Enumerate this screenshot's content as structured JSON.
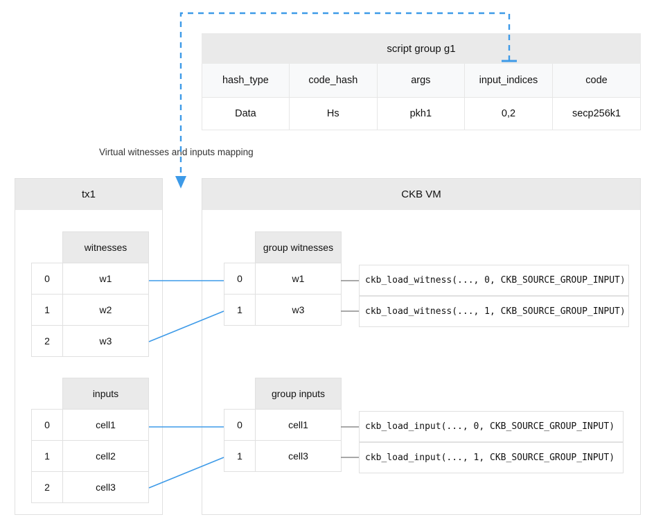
{
  "script_group": {
    "title": "script group g1",
    "columns": [
      "hash_type",
      "code_hash",
      "args",
      "input_indices",
      "code"
    ],
    "values": [
      "Data",
      "Hs",
      "pkh1",
      "0,2",
      "secp256k1"
    ]
  },
  "mapping_caption": "Virtual witnesses and inputs mapping",
  "tx_box": {
    "title": "tx1",
    "witnesses": {
      "header": "witnesses",
      "rows": [
        {
          "index": "0",
          "value": "w1"
        },
        {
          "index": "1",
          "value": "w2"
        },
        {
          "index": "2",
          "value": "w3"
        }
      ]
    },
    "inputs": {
      "header": "inputs",
      "rows": [
        {
          "index": "0",
          "value": "cell1"
        },
        {
          "index": "1",
          "value": "cell2"
        },
        {
          "index": "2",
          "value": "cell3"
        }
      ]
    }
  },
  "vm_box": {
    "title": "CKB VM",
    "group_witnesses": {
      "header": "group witnesses",
      "rows": [
        {
          "index": "0",
          "value": "w1"
        },
        {
          "index": "1",
          "value": "w3"
        }
      ]
    },
    "group_inputs": {
      "header": "group inputs",
      "rows": [
        {
          "index": "0",
          "value": "cell1"
        },
        {
          "index": "1",
          "value": "cell3"
        }
      ]
    },
    "calls": {
      "witness_0": "ckb_load_witness(..., 0, CKB_SOURCE_GROUP_INPUT)",
      "witness_1": "ckb_load_witness(..., 1, CKB_SOURCE_GROUP_INPUT)",
      "input_0": "ckb_load_input(..., 0, CKB_SOURCE_GROUP_INPUT)",
      "input_1": "ckb_load_input(..., 1, CKB_SOURCE_GROUP_INPUT)"
    }
  },
  "colors": {
    "accent_blue": "#3d9ae8",
    "header_gray": "#eaeaea",
    "border_gray": "#e0e0e0",
    "connector_gray": "#8c8c8c"
  }
}
